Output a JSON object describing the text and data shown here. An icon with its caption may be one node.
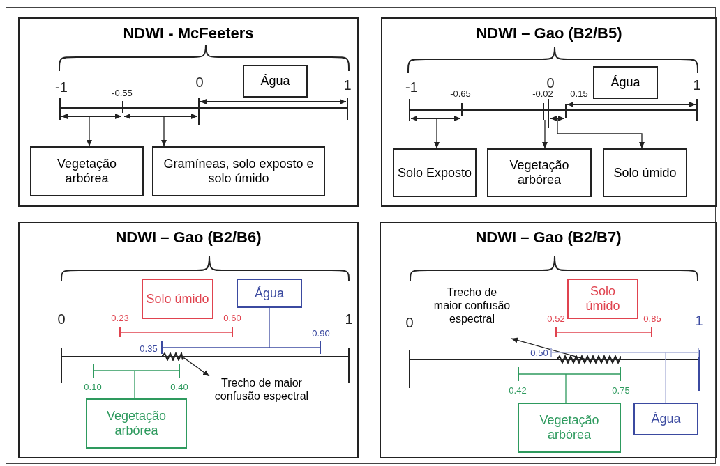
{
  "diagram": {
    "nodes": [
      {
        "text": [
          "NDWI - McFeeters"
        ]
      },
      {
        "text": [
          "Água"
        ],
        "in": 0
      },
      {
        "text": [
          "Vegetação arbórea"
        ],
        "in": 0
      },
      {
        "text": [
          "Gramíneas, solo exposto e solo úmido"
        ],
        "in": 0
      },
      {
        "text": [
          "NDWI – Gao (B2/B5)"
        ]
      },
      {
        "text": [
          "Água"
        ],
        "in": 4
      },
      {
        "text": [
          "Solo Exposto"
        ],
        "in": 4
      },
      {
        "text": [
          "Vegetação arbórea"
        ],
        "in": 4
      },
      {
        "text": [
          "Solo úmido"
        ],
        "in": 4
      },
      {
        "text": [
          "NDWI – Gao (B2/B6)"
        ]
      },
      {
        "text": [
          "Solo úmido"
        ],
        "in": 9
      },
      {
        "text": [
          "Água"
        ],
        "in": 9
      },
      {
        "text": [
          "Trecho de maior confusão espectral"
        ],
        "in": 9
      },
      {
        "text": [
          "Vegetação arbórea"
        ],
        "in": 9
      },
      {
        "text": [
          "NDWI – Gao (B2/B7)"
        ]
      },
      {
        "text": [
          "Solo úmido"
        ],
        "in": 14
      },
      {
        "text": [
          "Trecho de maior confusão espectral"
        ],
        "in": 14
      },
      {
        "text": [
          "Vegetação arbórea"
        ],
        "in": 14
      },
      {
        "text": [
          "Água"
        ],
        "in": 14
      },
      {
        "text": [],
        "shape": "zigzag",
        "in": 9
      },
      {
        "text": [],
        "shape": "zigzag",
        "in": 14
      },
      {
        "text": [],
        "shape": "bar",
        "in": 9
      },
      {
        "text": [],
        "shape": "bar",
        "in": 9
      },
      {
        "text": [],
        "shape": "bar",
        "in": 14
      },
      {
        "text": [],
        "shape": "bar",
        "in": 14
      }
    ],
    "edges": [
      {
        "from": null,
        "to": 2,
        "arrow": "to"
      },
      {
        "from": null,
        "to": 3,
        "arrow": "to"
      },
      {
        "from": null,
        "to": 6,
        "arrow": "to"
      },
      {
        "from": null,
        "to": 7,
        "arrow": "to"
      },
      {
        "from": null,
        "to": 8,
        "arrow": "to"
      },
      {
        "from": 21,
        "to": 11,
        "arrow": "none",
        "color": "#3b4aa0"
      },
      {
        "from": 22,
        "to": 13,
        "arrow": "none",
        "color": "#2e9a5e"
      },
      {
        "from": 19,
        "to": 12,
        "arrow": "to"
      },
      {
        "from": 23,
        "to": 18,
        "arrow": "none",
        "color": "#a9b0d8"
      },
      {
        "from": 24,
        "to": 17,
        "arrow": "none",
        "color": "#2e9a5e"
      },
      {
        "from": 20,
        "to": 16,
        "arrow": "to"
      }
    ],
    "labels": [
      "-1",
      "-0.55",
      "0",
      "1",
      "-1",
      "-0.65",
      "-0.02",
      "0",
      "0.15",
      "1",
      "0",
      "0.23",
      "0.60",
      "1",
      "0.90",
      "0.35",
      "0.10",
      "0.40",
      "0",
      "0.52",
      "0.85",
      "1",
      "0.50",
      "0.42",
      "0.75"
    ]
  }
}
